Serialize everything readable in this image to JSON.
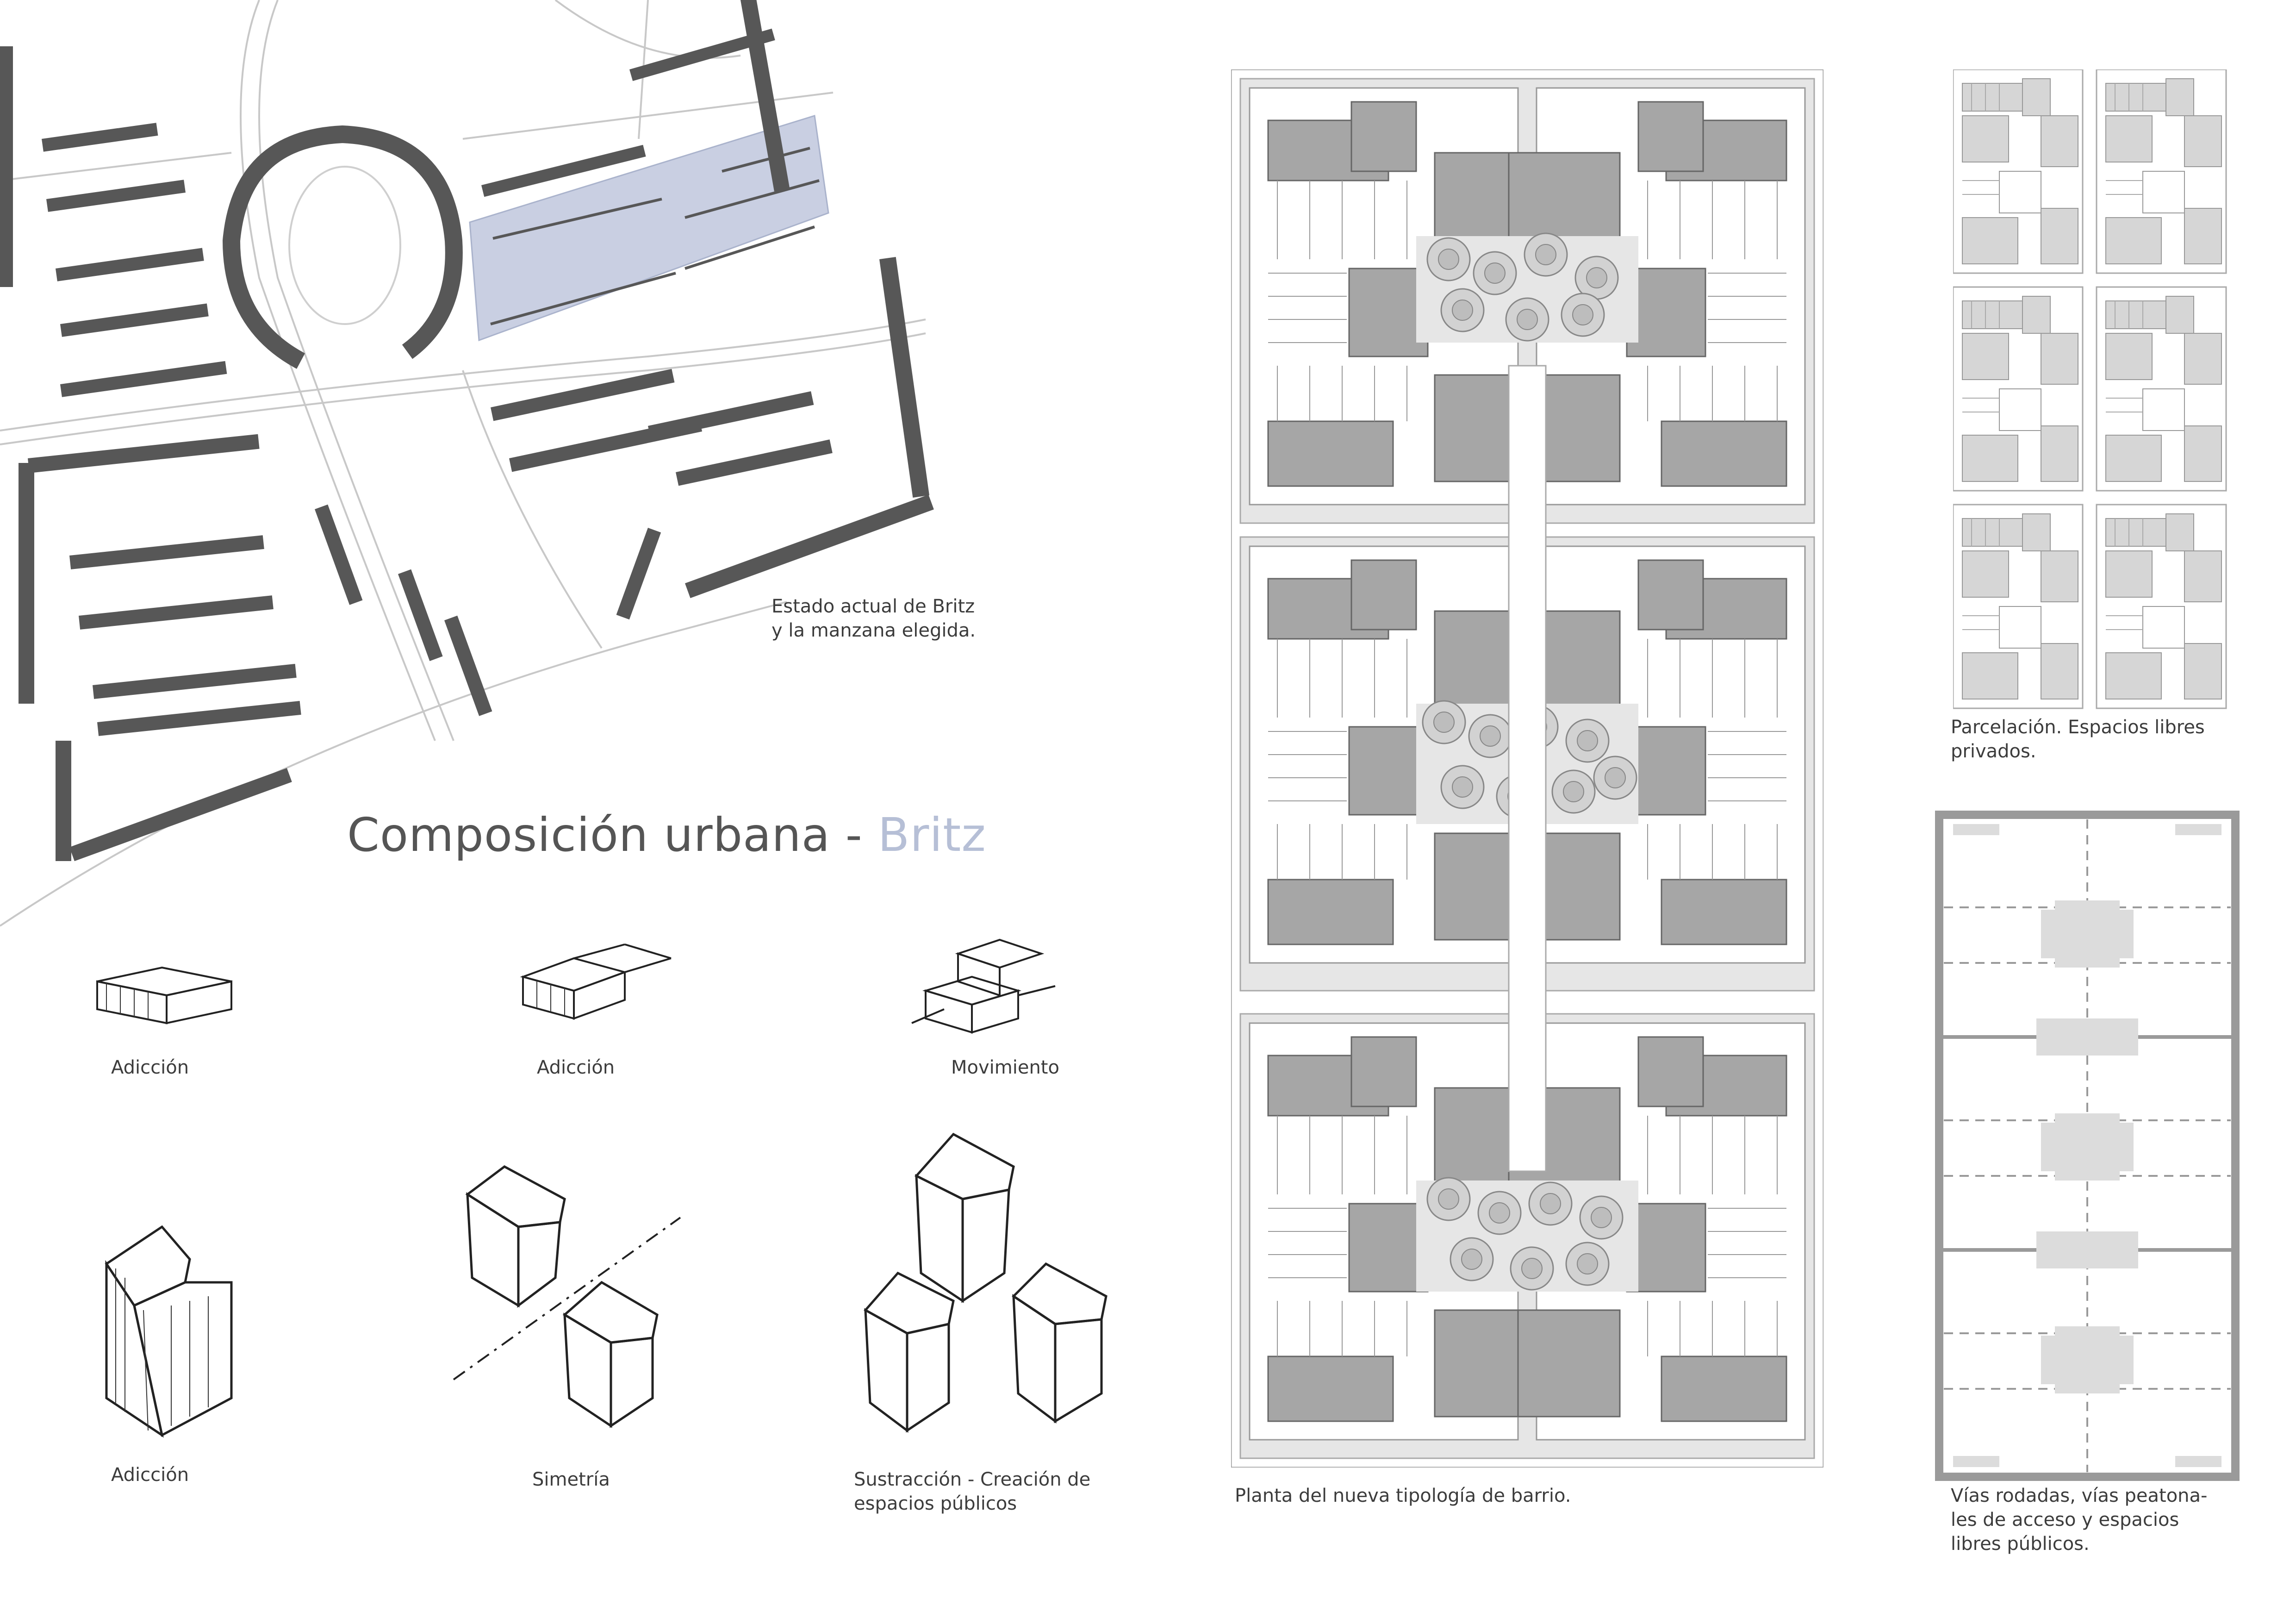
{
  "title": {
    "main": "Composición urbana - ",
    "accent": "Britz"
  },
  "captions": {
    "site_plan": "Estado actual de Britz\ny la manzana elegida.",
    "new_typology": "Planta del nueva tipología de barrio.",
    "parcel": "Parcelación. Espacios libres\nprivados.",
    "roads": "Vías rodadas, vías peatona-\nles de acceso y espacios\nlibres públicos."
  },
  "sketches": [
    {
      "label": "Adicción"
    },
    {
      "label": "Adicción"
    },
    {
      "label": "Movimiento"
    },
    {
      "label": "Adicción"
    },
    {
      "label": "Simetría"
    },
    {
      "label": "Sustracción - Creación de\nespacios públicos"
    }
  ],
  "colors": {
    "building": "#575757",
    "block": "#a6a6a6",
    "courtyard": "#e6e6e6",
    "highlight": "#c9cfe2",
    "accent_text": "#b6bfd6"
  }
}
